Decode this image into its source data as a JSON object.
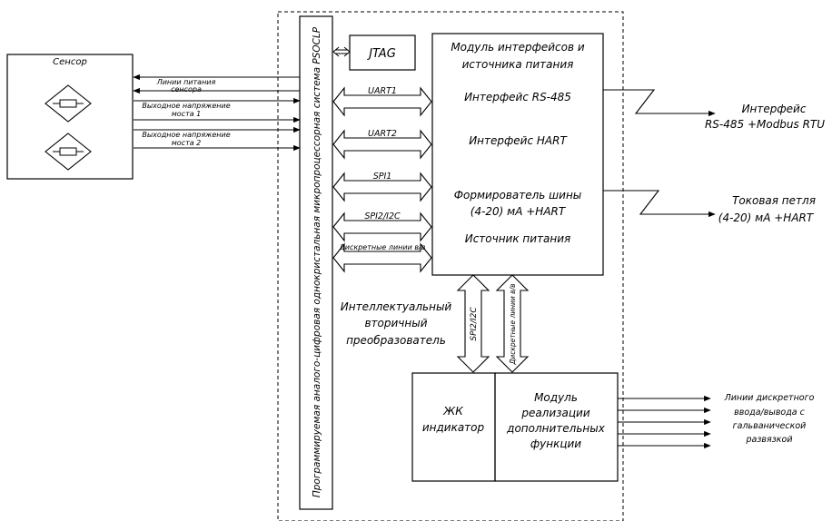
{
  "sensor": {
    "title": "Сенсор",
    "lines": [
      [
        "Линии питания",
        "сенсора"
      ],
      [
        "Выходное напряжение",
        "моста 1"
      ],
      [
        "Выходное напряжение",
        "моста 2"
      ]
    ]
  },
  "mcu_label": "Программируемая аналого-цифровая однокристальная микропроцессорная система PSOCLP",
  "jtag": "JTAG",
  "buses": [
    "UART1",
    "UART2",
    "SPI1",
    "SPI2/I2C",
    "Дискретные линии в/в"
  ],
  "module": {
    "title": [
      "Модуль интерфейсов и",
      "источника питания"
    ],
    "rs485": "Интерфейс RS-485",
    "hart": "Интерфейс HART",
    "former": [
      "Формирователь шины",
      "(4-20) мА +HART"
    ],
    "power": "Источник питания"
  },
  "outputs": {
    "rs485": [
      "Интерфейс",
      "RS-485 +Modbus RTU"
    ],
    "current_loop": [
      "Токовая петля",
      "(4-20) мА +HART"
    ]
  },
  "converter": [
    "Интеллектуальный",
    "вторичный",
    "преобразователь"
  ],
  "vbus": [
    "SPI2/I2C",
    "Дискретные линии в/в"
  ],
  "lcd": [
    "ЖК",
    "индикатор"
  ],
  "extra": [
    "Модуль",
    "реализации",
    "дополнительных",
    "функции"
  ],
  "discrete_out": [
    "Линии дискретного",
    "ввода/вывода с",
    "гальванической",
    "развязкой"
  ]
}
